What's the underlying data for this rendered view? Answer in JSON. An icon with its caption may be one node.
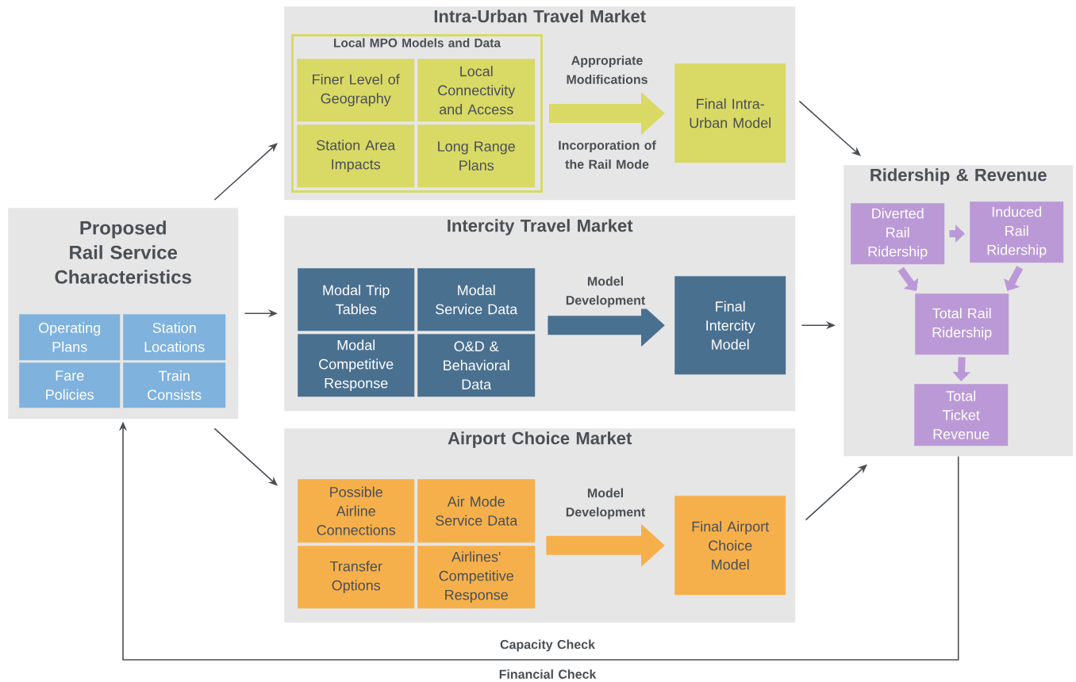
{
  "diagram": {
    "nodes": [
      {
        "text": [
          "Proposed Rail Service Characteristics"
        ]
      },
      {
        "text": [
          "Operating Plans"
        ],
        "in": 0
      },
      {
        "text": [
          "Station Locations"
        ],
        "in": 0
      },
      {
        "text": [
          "Fare Policies"
        ],
        "in": 0
      },
      {
        "text": [
          "Train Consists"
        ],
        "in": 0
      },
      {
        "text": [
          "Intra-Urban Travel Market"
        ]
      },
      {
        "text": [
          "Local MPO Models and Data"
        ],
        "in": 5
      },
      {
        "text": [
          "Finer Level of Geography"
        ],
        "in": 6
      },
      {
        "text": [
          "Local Connectivity and Access"
        ],
        "in": 6
      },
      {
        "text": [
          "Station Area Impacts"
        ],
        "in": 6
      },
      {
        "text": [
          "Long Range Plans"
        ],
        "in": 6
      },
      {
        "text": [
          "Final Intra-Urban Model"
        ],
        "in": 5
      },
      {
        "text": [
          "Intercity Travel Market"
        ]
      },
      {
        "text": [
          "Modal Trip Tables"
        ],
        "in": 12
      },
      {
        "text": [
          "Modal Service Data"
        ],
        "in": 12
      },
      {
        "text": [
          "Modal Competitive Response"
        ],
        "in": 12
      },
      {
        "text": [
          "O&D & Behavioral Data"
        ],
        "in": 12
      },
      {
        "text": [
          "Final Intercity Model"
        ],
        "in": 12
      },
      {
        "text": [
          "Airport Choice Market"
        ]
      },
      {
        "text": [
          "Possible Airline Connections"
        ],
        "in": 18
      },
      {
        "text": [
          "Air Mode Service Data"
        ],
        "in": 18
      },
      {
        "text": [
          "Transfer Options"
        ],
        "in": 18
      },
      {
        "text": [
          "Airlines' Competitive Response"
        ],
        "in": 18
      },
      {
        "text": [
          "Final Airport Choice Model"
        ],
        "in": 18
      },
      {
        "text": [
          "Ridership & Revenue"
        ]
      },
      {
        "text": [
          "Diverted Rail Ridership"
        ],
        "in": 24
      },
      {
        "text": [
          "Induced Rail Ridership"
        ],
        "in": 24
      },
      {
        "text": [
          "Total Rail Ridership"
        ],
        "in": 24
      },
      {
        "text": [
          "Total Ticket Revenue"
        ],
        "in": 24
      }
    ],
    "edges": [
      {
        "from": 0,
        "to": 5,
        "arrow": "to"
      },
      {
        "from": 0,
        "to": 12,
        "arrow": "to"
      },
      {
        "from": 0,
        "to": 18,
        "arrow": "to"
      },
      {
        "from": 6,
        "to": 11,
        "arrow": "to",
        "label": "Appropriate Modifications",
        "style": "thick",
        "color": "#d9d966"
      },
      {
        "from": 14,
        "to": 17,
        "arrow": "to",
        "label": "Model Development",
        "style": "thick",
        "color": "#4a7090"
      },
      {
        "from": 22,
        "to": 23,
        "arrow": "to",
        "label": "Model Development",
        "style": "thick",
        "color": "#f6b04b"
      },
      {
        "from": 11,
        "to": 24,
        "arrow": "to"
      },
      {
        "from": 17,
        "to": 24,
        "arrow": "to"
      },
      {
        "from": 23,
        "to": 24,
        "arrow": "to"
      },
      {
        "from": 25,
        "to": 26,
        "arrow": "to",
        "style": "thick",
        "color": "#bb99d6"
      },
      {
        "from": 25,
        "to": 27,
        "arrow": "to",
        "style": "thick",
        "color": "#bb99d6"
      },
      {
        "from": 26,
        "to": 27,
        "arrow": "to",
        "style": "thick",
        "color": "#bb99d6"
      },
      {
        "from": 27,
        "to": 28,
        "arrow": "to",
        "style": "thick",
        "color": "#bb99d6"
      },
      {
        "from": 24,
        "to": 0,
        "arrow": "to",
        "label": "Capacity Check"
      }
    ],
    "labels": [
      "Incorporation of the Rail Mode",
      "Financial Check"
    ]
  }
}
